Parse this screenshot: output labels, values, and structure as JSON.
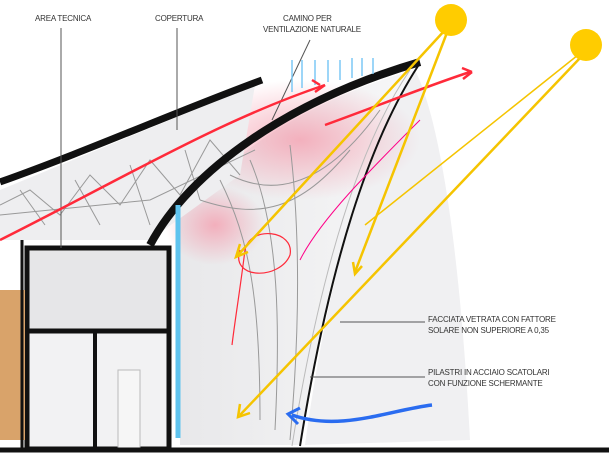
{
  "labels": {
    "area_tecnica": "AREA TECNICA",
    "copertura": "COPERTURA",
    "camino_line1": "CAMINO PER",
    "camino_line2": "VENTILAZIONE NATURALE",
    "facciata_line1": "FACCIATA VETRATA CON FATTORE",
    "facciata_line2": "SOLARE NON SUPERIORE A 0,35",
    "pilastri_line1": "PILASTRI IN ACCIAIO SCATOLARI",
    "pilastri_line2": "CON FUNZIONE SCHERMANTE"
  },
  "colors": {
    "sun": "#ffcc00",
    "sun_rays": "#f5c400",
    "warm_air": "#ff2a3a",
    "cool_air": "#2a6cf0",
    "ventilation": "#7cc8f5",
    "glass_column": "#5fc3ee",
    "structure": "#111111"
  }
}
